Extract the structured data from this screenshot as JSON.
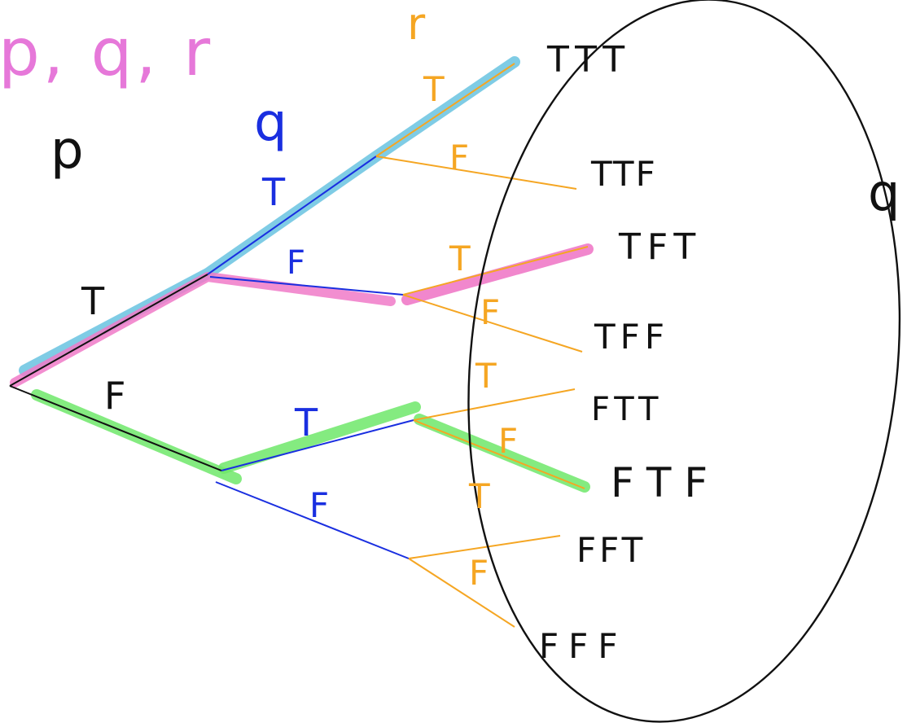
{
  "title": "p, q, r",
  "column_labels": {
    "p": "p",
    "q": "q",
    "r": "r"
  },
  "branch_labels": {
    "p_true": "T",
    "p_false": "F",
    "q_true_upper": "T",
    "q_false_upper": "F",
    "q_true_lower": "T",
    "q_false_lower": "F",
    "r_true_1": "T",
    "r_false_1": "F",
    "r_true_2": "T",
    "r_false_2": "F",
    "r_true_3": "T",
    "r_false_3": "F",
    "r_true_4": "T",
    "r_false_4": "F"
  },
  "outcomes": [
    "TTT",
    "TTF",
    "TFT",
    "TFF",
    "FTT",
    "FTF",
    "FFT",
    "FFF"
  ],
  "set_label": "q",
  "colors": {
    "p_branch": "#111111",
    "q_branch": "#1a2fe0",
    "r_branch": "#f5a623",
    "title": "#e678d9",
    "highlight_cyan": "#68c3e0",
    "highlight_pink": "#f07ac8",
    "highlight_green": "#6ee86a",
    "ellipse": "#111111"
  }
}
